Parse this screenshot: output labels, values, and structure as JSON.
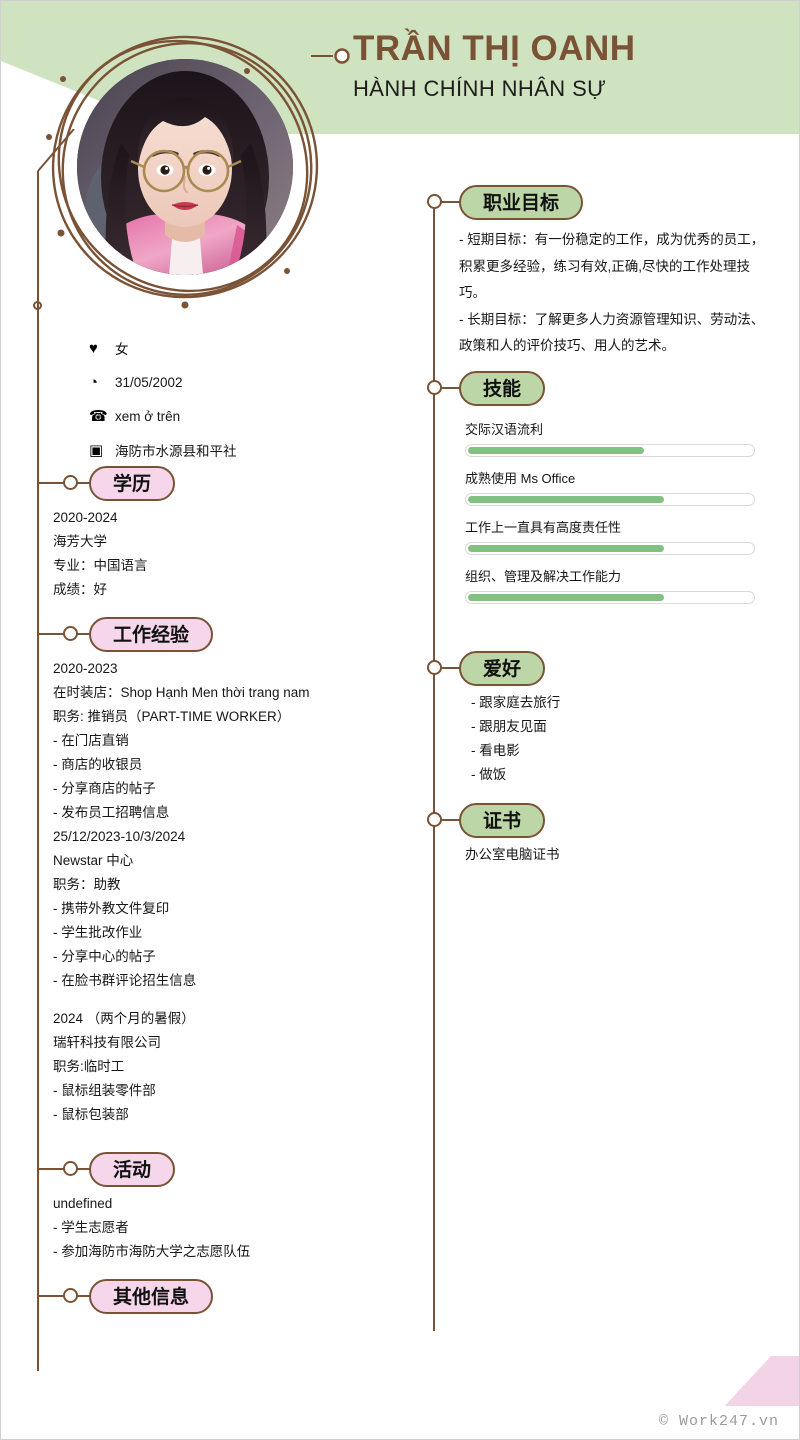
{
  "header": {
    "name": "TRẦN THỊ OANH",
    "job_title": "HÀNH CHÍNH NHÂN SỰ",
    "banner_color": "#cfe3c0",
    "name_color": "#7a5236"
  },
  "photo": {
    "alt_name": "profile-photo",
    "ring_color": "#7a5236"
  },
  "contact": {
    "items": [
      {
        "icon": "heart-icon",
        "glyph": "♥",
        "value": "女"
      },
      {
        "icon": "clock-icon",
        "glyph": "◔",
        "value": "31/05/2002"
      },
      {
        "icon": "phone-icon",
        "glyph": "☎",
        "value": "xem ở trên"
      },
      {
        "icon": "contact-card-icon",
        "glyph": "▣",
        "value": "海防市水源县和平社"
      }
    ]
  },
  "left_sections": [
    {
      "id": "education",
      "title": "学历",
      "pill_color": "#f6d6ea",
      "lines": [
        "2020-2024",
        "海芳大学",
        "专业：中国语言",
        "成绩：好"
      ]
    },
    {
      "id": "work-experience",
      "title": "工作经验",
      "pill_color": "#f6d6ea",
      "lines": [
        "2020-2023",
        "在时装店：Shop Hạnh Men thời trang nam",
        "职务: 推销员（PART-TIME WORKER）",
        "- 在门店直销",
        "- 商店的收银员",
        "- 分享商店的帖子",
        "- 发布员工招聘信息",
        "25/12/2023-10/3/2024",
        "Newstar 中心",
        "职务：助教",
        "- 携带外教文件复印",
        "- 学生批改作业",
        "- 分享中心的帖子",
        "- 在脸书群评论招生信息",
        "",
        "2024 （两个月的暑假）",
        "瑞轩科技有限公司",
        "职务:临时工",
        "- 鼠标组装零件部",
        "- 鼠标包装部"
      ]
    },
    {
      "id": "activities",
      "title": "活动",
      "pill_color": "#f6d6ea",
      "lines": [
        "undefined",
        "- 学生志愿者",
        "- 参加海防市海防大学之志愿队伍"
      ]
    },
    {
      "id": "other-information",
      "title": "其他信息",
      "pill_color": "#f6d6ea",
      "lines": []
    }
  ],
  "right_sections": {
    "objective": {
      "title": "职业目标",
      "pill_color": "#bcd6a8",
      "lines": [
        "- 短期目标：有一份稳定的工作，成为优秀的员工，积累更多经验，练习有效,正确,尽快的工作处理技巧。",
        "- 长期目标：了解更多人力资源管理知识、劳动法、政策和人的评价技巧、用人的艺术。"
      ]
    },
    "skills": {
      "title": "技能",
      "pill_color": "#bcd6a8",
      "bar_color": "#83c183",
      "items": [
        {
          "name": "交际汉语流利",
          "percent": 62
        },
        {
          "name": "成熟使用 Ms Office",
          "percent": 69
        },
        {
          "name": "工作上一直具有高度责任性",
          "percent": 69
        },
        {
          "name": "组织、管理及解决工作能力",
          "percent": 69
        }
      ]
    },
    "hobbies": {
      "title": "爱好",
      "pill_color": "#bcd6a8",
      "lines": [
        "- 跟家庭去旅行",
        "- 跟朋友见面",
        "- 看电影",
        "- 做饭"
      ]
    },
    "certificates": {
      "title": "证书",
      "pill_color": "#bcd6a8",
      "lines": [
        "办公室电脑证书"
      ]
    }
  },
  "footer": {
    "watermark": "© Work247.vn",
    "band_color": "#f3d3e6"
  }
}
